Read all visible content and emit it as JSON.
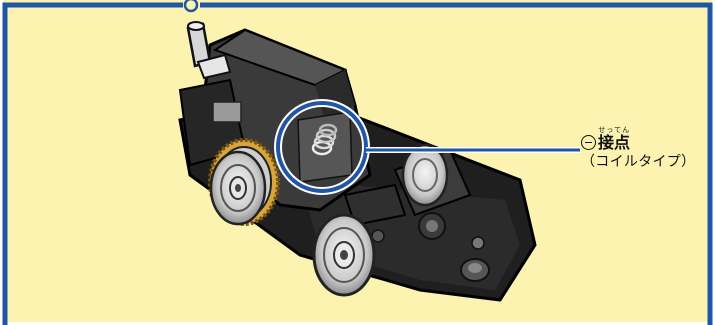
{
  "colors": {
    "background": "#fcf3b0",
    "border": "#1f56a6",
    "callout": "#1f56a6",
    "body": "#3a3a3a",
    "gear": "#d8a63a",
    "wheel": "#c9c9c9"
  },
  "callout": {
    "icon": "minus-circle-icon",
    "term": "接点",
    "reading": "せってん",
    "subtitle": "（コイルタイプ）"
  }
}
